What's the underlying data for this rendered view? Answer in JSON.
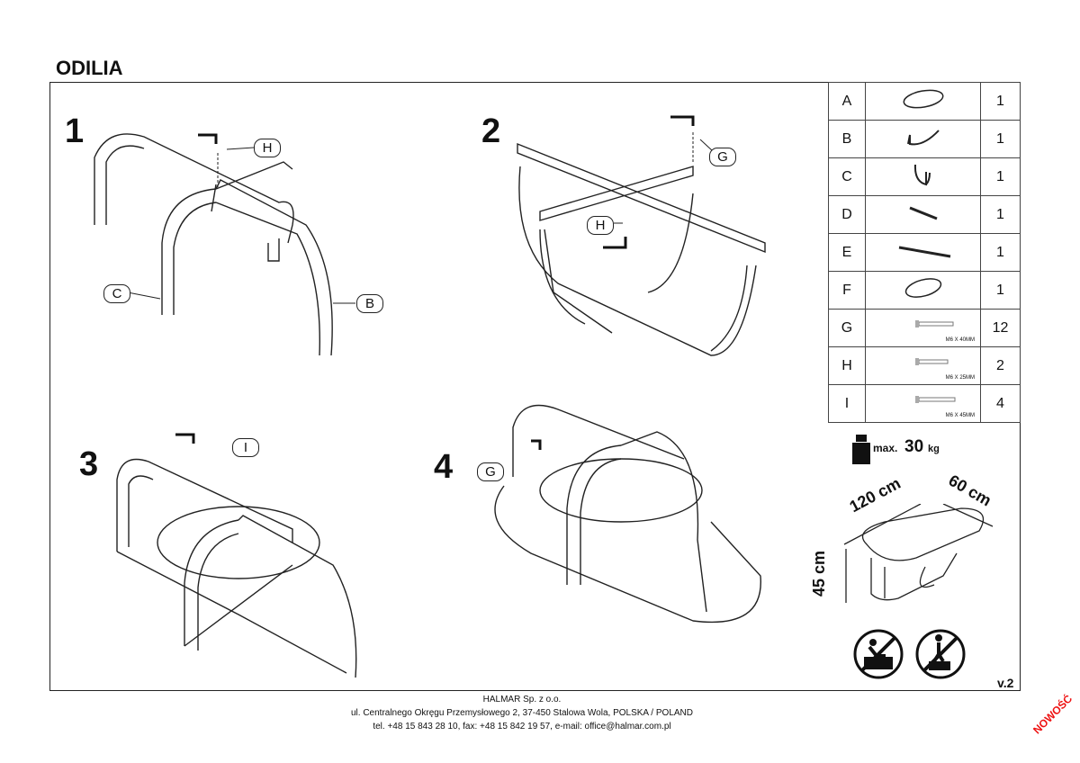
{
  "title": "ODILIA",
  "steps": [
    "1",
    "2",
    "3",
    "4"
  ],
  "callouts": {
    "s1_screw": "H",
    "s1_left": "C",
    "s1_right": "B",
    "s2_screw_top": "G",
    "s2_screw_bottom": "H",
    "s3_screw": "I",
    "s4_screw": "G"
  },
  "parts": [
    {
      "letter": "A",
      "icon": "oval-tabletop-icon",
      "qty": "1"
    },
    {
      "letter": "B",
      "icon": "large-leg-icon",
      "qty": "1"
    },
    {
      "letter": "C",
      "icon": "small-leg-icon",
      "qty": "1"
    },
    {
      "letter": "D",
      "icon": "short-beam-icon",
      "qty": "1"
    },
    {
      "letter": "E",
      "icon": "long-beam-icon",
      "qty": "1"
    },
    {
      "letter": "F",
      "icon": "oval-shelf-icon",
      "qty": "1"
    },
    {
      "letter": "G",
      "icon": "screw-icon",
      "spec": "M6 X 40MM",
      "qty": "12"
    },
    {
      "letter": "H",
      "icon": "screw-icon",
      "spec": "M6 X 25MM",
      "qty": "2"
    },
    {
      "letter": "I",
      "icon": "screw-icon",
      "spec": "M6 X 45MM",
      "qty": "4"
    }
  ],
  "max_load": {
    "label": "max.",
    "value": "30",
    "unit": "kg"
  },
  "dimensions": {
    "length": "120 cm",
    "width": "60 cm",
    "height": "45 cm"
  },
  "version": "v.2",
  "footer": {
    "company": "HALMAR Sp. z o.o.",
    "address": "ul. Centralnego Okręgu Przemysłowego 2, 37-450 Stalowa Wola, POLSKA / POLAND",
    "contact": "tel. +48 15 843 28 10, fax: +48 15 842 19 57, e-mail: office@halmar.com.pl"
  },
  "stamp": "NOWOŚĆ"
}
